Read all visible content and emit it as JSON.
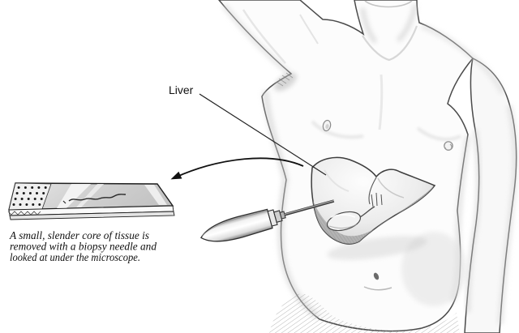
{
  "figure": {
    "labels": {
      "liver": "Liver"
    },
    "caption": {
      "lines": [
        "A small, slender core of tissue is",
        "removed with a biopsy needle and",
        "looked at under the microscope."
      ]
    },
    "colors": {
      "background": "#ffffff",
      "ink": "#1a1a1a",
      "line_art": "#4a4a4a",
      "body_shading": "#d9d9d9",
      "liver_shading": "#a8a8a8",
      "slide_glass": "#d6d6d6"
    }
  }
}
